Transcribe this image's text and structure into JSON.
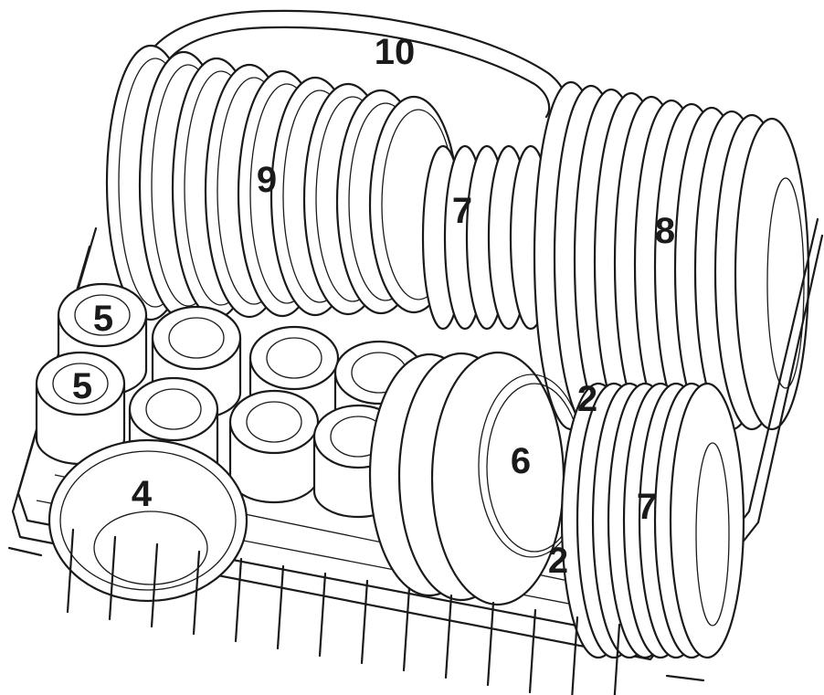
{
  "callouts": [
    {
      "id": "ten",
      "text": "10"
    },
    {
      "id": "nine",
      "text": "9"
    },
    {
      "id": "seven_top",
      "text": "7"
    },
    {
      "id": "eight",
      "text": "8"
    },
    {
      "id": "five_a",
      "text": "5"
    },
    {
      "id": "five_b",
      "text": "5"
    },
    {
      "id": "two_a",
      "text": "2"
    },
    {
      "id": "six",
      "text": "6"
    },
    {
      "id": "four",
      "text": "4"
    },
    {
      "id": "seven_bottom",
      "text": "7"
    },
    {
      "id": "two_b",
      "text": "2"
    }
  ]
}
